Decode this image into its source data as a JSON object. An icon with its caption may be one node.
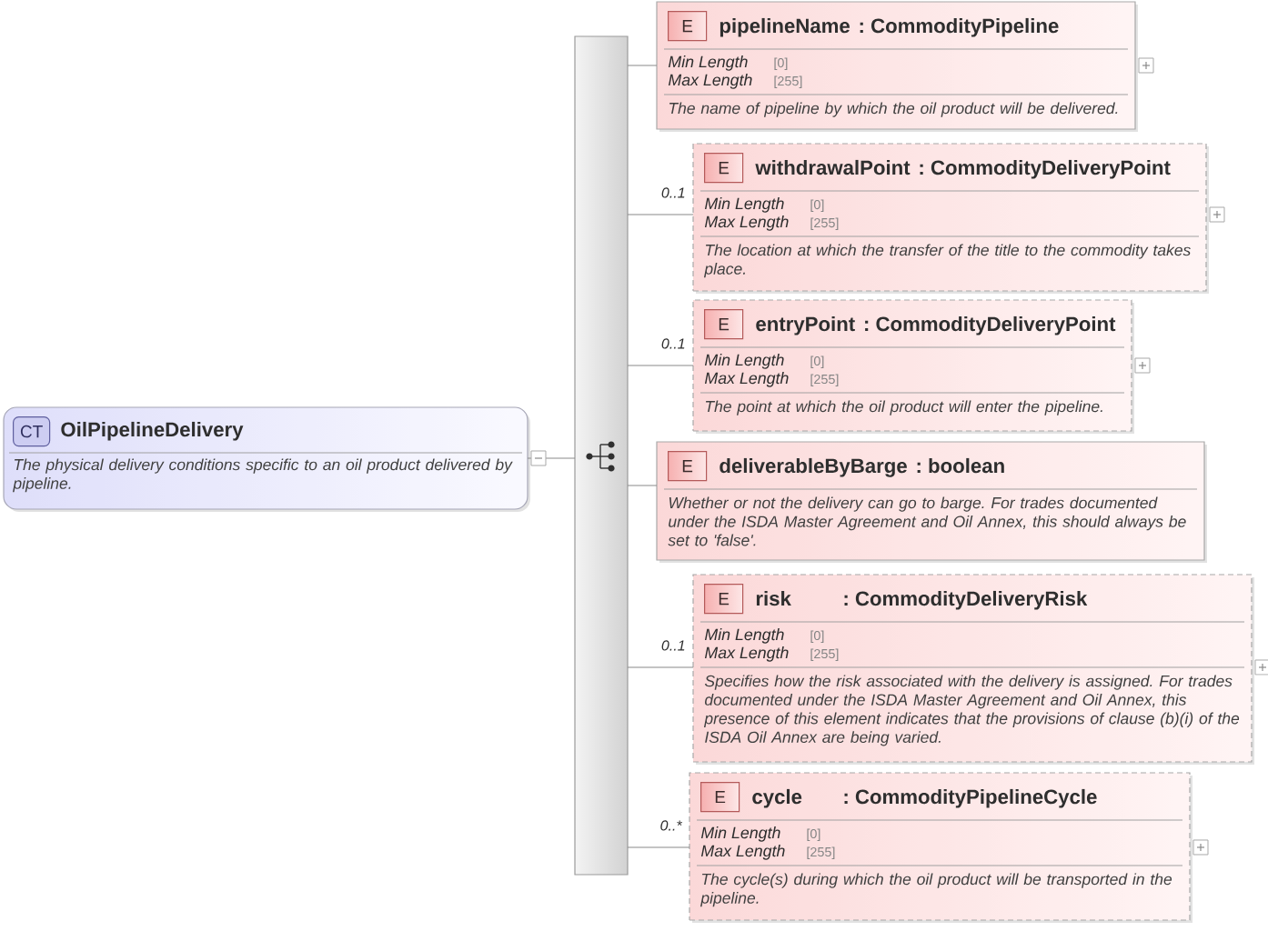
{
  "diagram": {
    "nodes": [
      {
        "text": [
          "CT",
          "OilPipelineDelivery",
          "The physical delivery conditions specific to an oil product delivered by pipeline."
        ]
      },
      {
        "text": [],
        "shape": "bar"
      },
      {
        "text": [
          "E",
          "pipelineName",
          ": CommodityPipeline",
          "Min Length",
          "[0]",
          "Max Length",
          "[255]",
          "The name of pipeline by which the oil product will be delivered."
        ]
      },
      {
        "text": [
          "E",
          "withdrawalPoint",
          ": CommodityDeliveryPoint",
          "Min Length",
          "[0]",
          "Max Length",
          "[255]",
          "The location at which the transfer of the title to the commodity takes place."
        ]
      },
      {
        "text": [
          "E",
          "entryPoint",
          ": CommodityDeliveryPoint",
          "Min Length",
          "[0]",
          "Max Length",
          "[255]",
          "The point at which the oil product will enter the pipeline."
        ]
      },
      {
        "text": [
          "E",
          "deliverableByBarge",
          ": boolean",
          "Whether or not the delivery can go to barge. For trades documented under the ISDA Master Agreement and Oil Annex, this should always be set to 'false'."
        ]
      },
      {
        "text": [
          "E",
          "risk",
          ": CommodityDeliveryRisk",
          "Min Length",
          "[0]",
          "Max Length",
          "[255]",
          "Specifies how the risk associated with the delivery is assigned. For trades documented under the ISDA Master Agreement and Oil Annex, this presence of this element indicates that the provisions of clause (b)(i) of the ISDA Oil Annex are being varied."
        ]
      },
      {
        "text": [
          "E",
          "cycle",
          ": CommodityPipelineCycle",
          "Min Length",
          "[0]",
          "Max Length",
          "[255]",
          "The cycle(s) during which the oil product will be transported in the pipeline."
        ]
      }
    ],
    "edges": [
      {
        "from": 0,
        "to": 1,
        "arrow": "none"
      },
      {
        "from": 1,
        "to": 2,
        "arrow": "none"
      },
      {
        "from": 1,
        "to": 3,
        "arrow": "none",
        "label": "0..1"
      },
      {
        "from": 1,
        "to": 4,
        "arrow": "none",
        "label": "0..1"
      },
      {
        "from": 1,
        "to": 5,
        "arrow": "none"
      },
      {
        "from": 1,
        "to": 6,
        "arrow": "none",
        "label": "0..1"
      },
      {
        "from": 1,
        "to": 7,
        "arrow": "none",
        "label": "0..*"
      }
    ]
  }
}
